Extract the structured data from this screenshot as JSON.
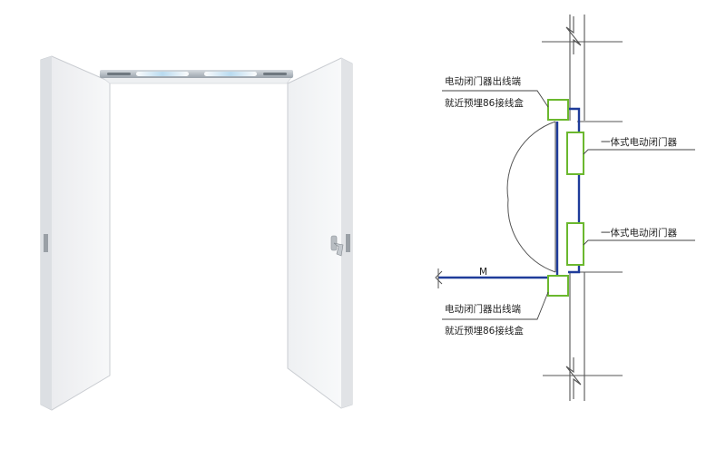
{
  "diagram": {
    "labels": {
      "outlet_top_line1": "电动闭门器出线端",
      "outlet_top_line2": "就近预埋86接线盒",
      "closer_top": "一体式电动闭门器",
      "closer_bottom": "一体式电动闭门器",
      "outlet_bottom_line1": "电动闭门器出线端",
      "outlet_bottom_line2": "就近预埋86接线盒",
      "conduit_mark": "M"
    },
    "colors": {
      "conduit": "#1f3c9a",
      "device": "#6bb82e",
      "wall": "#555555",
      "door_panel": "#f2f3f5"
    }
  }
}
